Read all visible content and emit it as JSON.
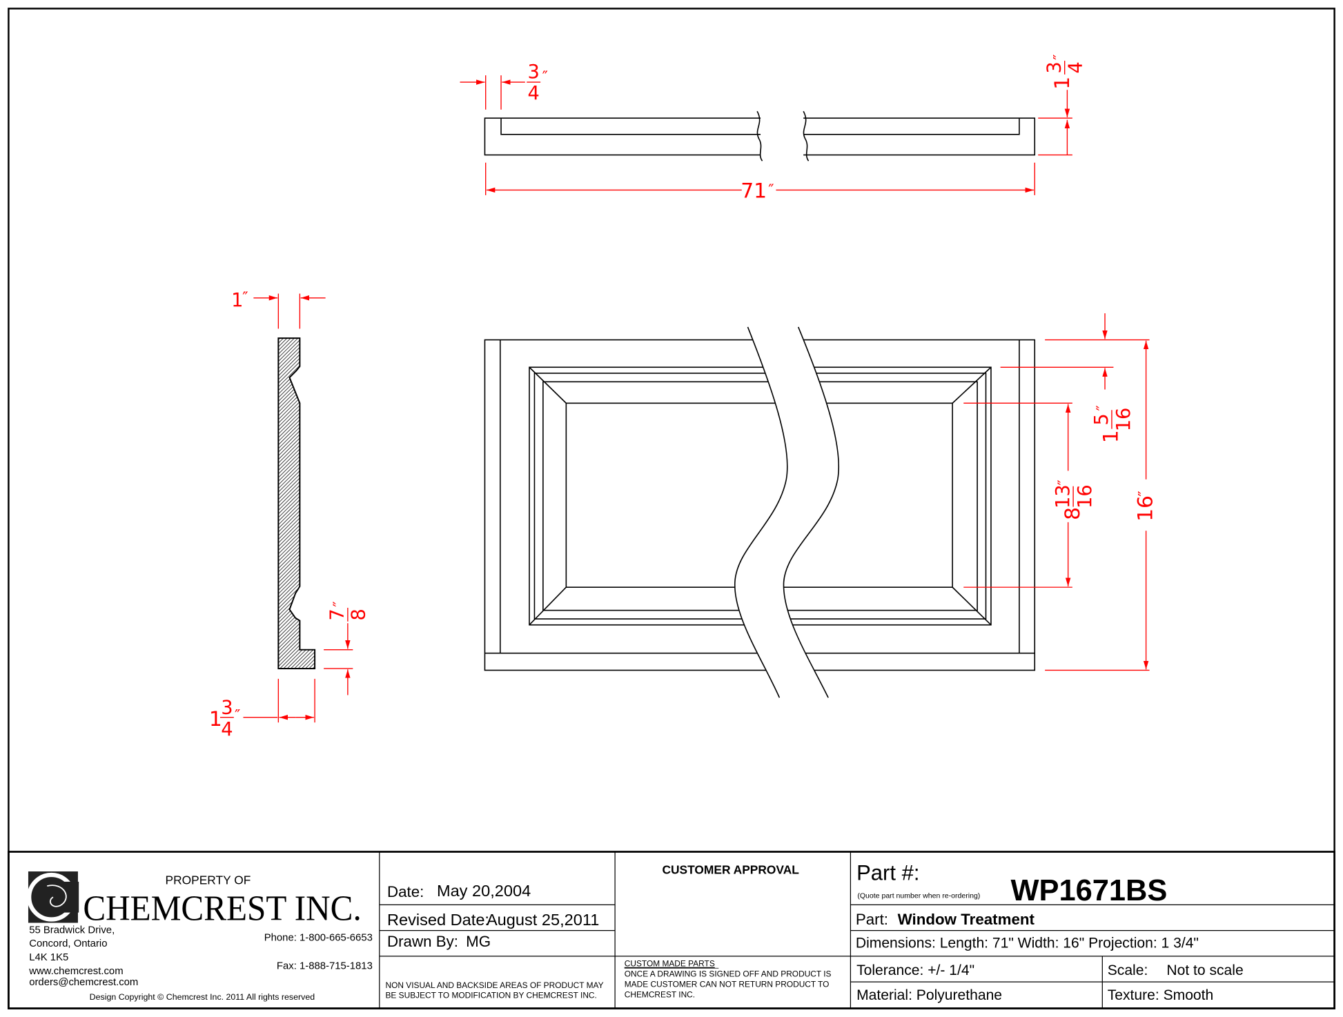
{
  "dimensions": {
    "inch_mark": "″",
    "top_thickness": {
      "num": "3",
      "den": "4"
    },
    "top_projection": {
      "whole": "1",
      "num": "3",
      "den": "4"
    },
    "length": "71",
    "side_width": "1",
    "side_lip": {
      "num": "7",
      "den": "8"
    },
    "side_projection": {
      "whole": "1",
      "num": "3",
      "den": "4"
    },
    "panel_offset": {
      "num": "5",
      "den": "16",
      "whole": "1"
    },
    "panel_height": {
      "whole": "8",
      "num": "13",
      "den": "16"
    },
    "overall_width": "16"
  },
  "title_block": {
    "property_of": "PROPERTY OF",
    "company": "CHEMCREST INC.",
    "address": [
      "55 Bradwick Drive,",
      "Concord, Ontario",
      "L4K 1K5",
      "www.chemcrest.com",
      "orders@chemcrest.com"
    ],
    "phone": "Phone:  1-800-665-6653",
    "fax": "Fax:  1-888-715-1813",
    "copyright": "Design Copyright © Chemcrest Inc. 2011 All rights reserved",
    "date_label": "Date:",
    "date": "May 20,2004",
    "revised_label": "Revised Date:",
    "revised": "August 25,2011",
    "drawn_label": "Drawn By:",
    "drawn": "MG",
    "non_visual": [
      "NON VISUAL AND BACKSIDE AREAS OF PRODUCT MAY",
      "BE SUBJECT TO MODIFICATION BY CHEMCREST INC."
    ],
    "customer_approval": "CUSTOMER APPROVAL",
    "custom_title": "CUSTOM MADE PARTS",
    "custom_text": [
      "ONCE A DRAWING IS SIGNED OFF AND PRODUCT IS",
      "MADE CUSTOMER CAN NOT RETURN PRODUCT TO",
      "CHEMCREST INC."
    ],
    "part_no_label": "Part #:",
    "part_no_note": "(Quote part number when re-ordering)",
    "part_no": "WP1671BS",
    "part_label": "Part:",
    "part": "Window Treatment",
    "dimensions": "Dimensions: Length: 71\" Width: 16\" Projection: 1 3/4\"",
    "tolerance": "Tolerance: +/- 1/4\"",
    "scale_label": "Scale:",
    "scale": "Not to scale",
    "material": "Material: Polyurethane",
    "texture": "Texture: Smooth"
  },
  "colors": {
    "dimension": "#ff0000",
    "line": "#000000"
  }
}
